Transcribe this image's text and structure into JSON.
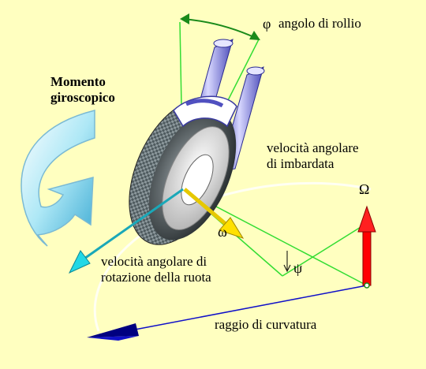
{
  "labels": {
    "roll_symbol": "φ",
    "roll_angle": "angolo di rollio",
    "gyro_line1": "Momento",
    "gyro_line2": "giroscopico",
    "yaw_line1": "velocità angolare",
    "yaw_line2": "di imbardata",
    "omega_capital": "Ω",
    "omega_small": "ω",
    "psi": "ψ",
    "wheel_line1": "velocità angolare di",
    "wheel_line2": "rotazione della ruota",
    "curvature_radius": "raggio di curvatura"
  },
  "colors": {
    "background": "#ffffc0",
    "roll_arc": "#1a8a1a",
    "guide_lines": "#33dd33",
    "radius_arrow": "#1010c8",
    "yaw_arrow": "#ff0000",
    "wheel_spin_arrow": "#22cccc",
    "omega_arrow": "#ffe000",
    "gyro_arrow": "#66ccee"
  }
}
